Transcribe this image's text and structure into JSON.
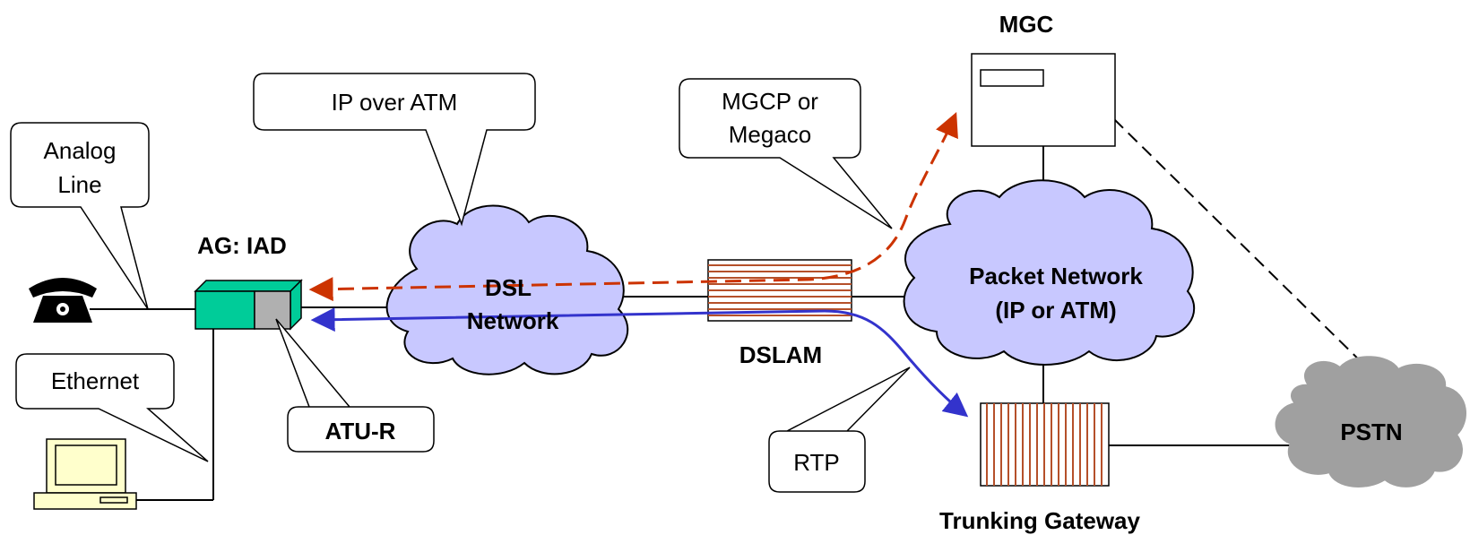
{
  "labels": {
    "mgc": "MGC",
    "ag_iad": "AG: IAD",
    "dslam": "DSLAM",
    "trunking_gateway": "Trunking Gateway",
    "dsl_network_line1": "DSL",
    "dsl_network_line2": "Network",
    "packet_network_line1": "Packet Network",
    "packet_network_line2": "(IP or ATM)",
    "pstn": "PSTN"
  },
  "callouts": {
    "ip_over_atm": "IP over ATM",
    "mgcp_line1": "MGCP or",
    "mgcp_line2": "Megaco",
    "analog_line1": "Analog",
    "analog_line2": "Line",
    "ethernet": "Ethernet",
    "atu_r": "ATU-R",
    "rtp": "RTP"
  },
  "colors": {
    "cloud_fill": "#c8c8ff",
    "pstn_fill": "#a0a0a0",
    "iad_fill": "#00cc99",
    "iad_side": "#b0b0b0",
    "stripe": "#b5502a",
    "signaling_arrow": "#cc3300",
    "media_arrow": "#3333cc",
    "computer_fill": "#ffffcc"
  }
}
